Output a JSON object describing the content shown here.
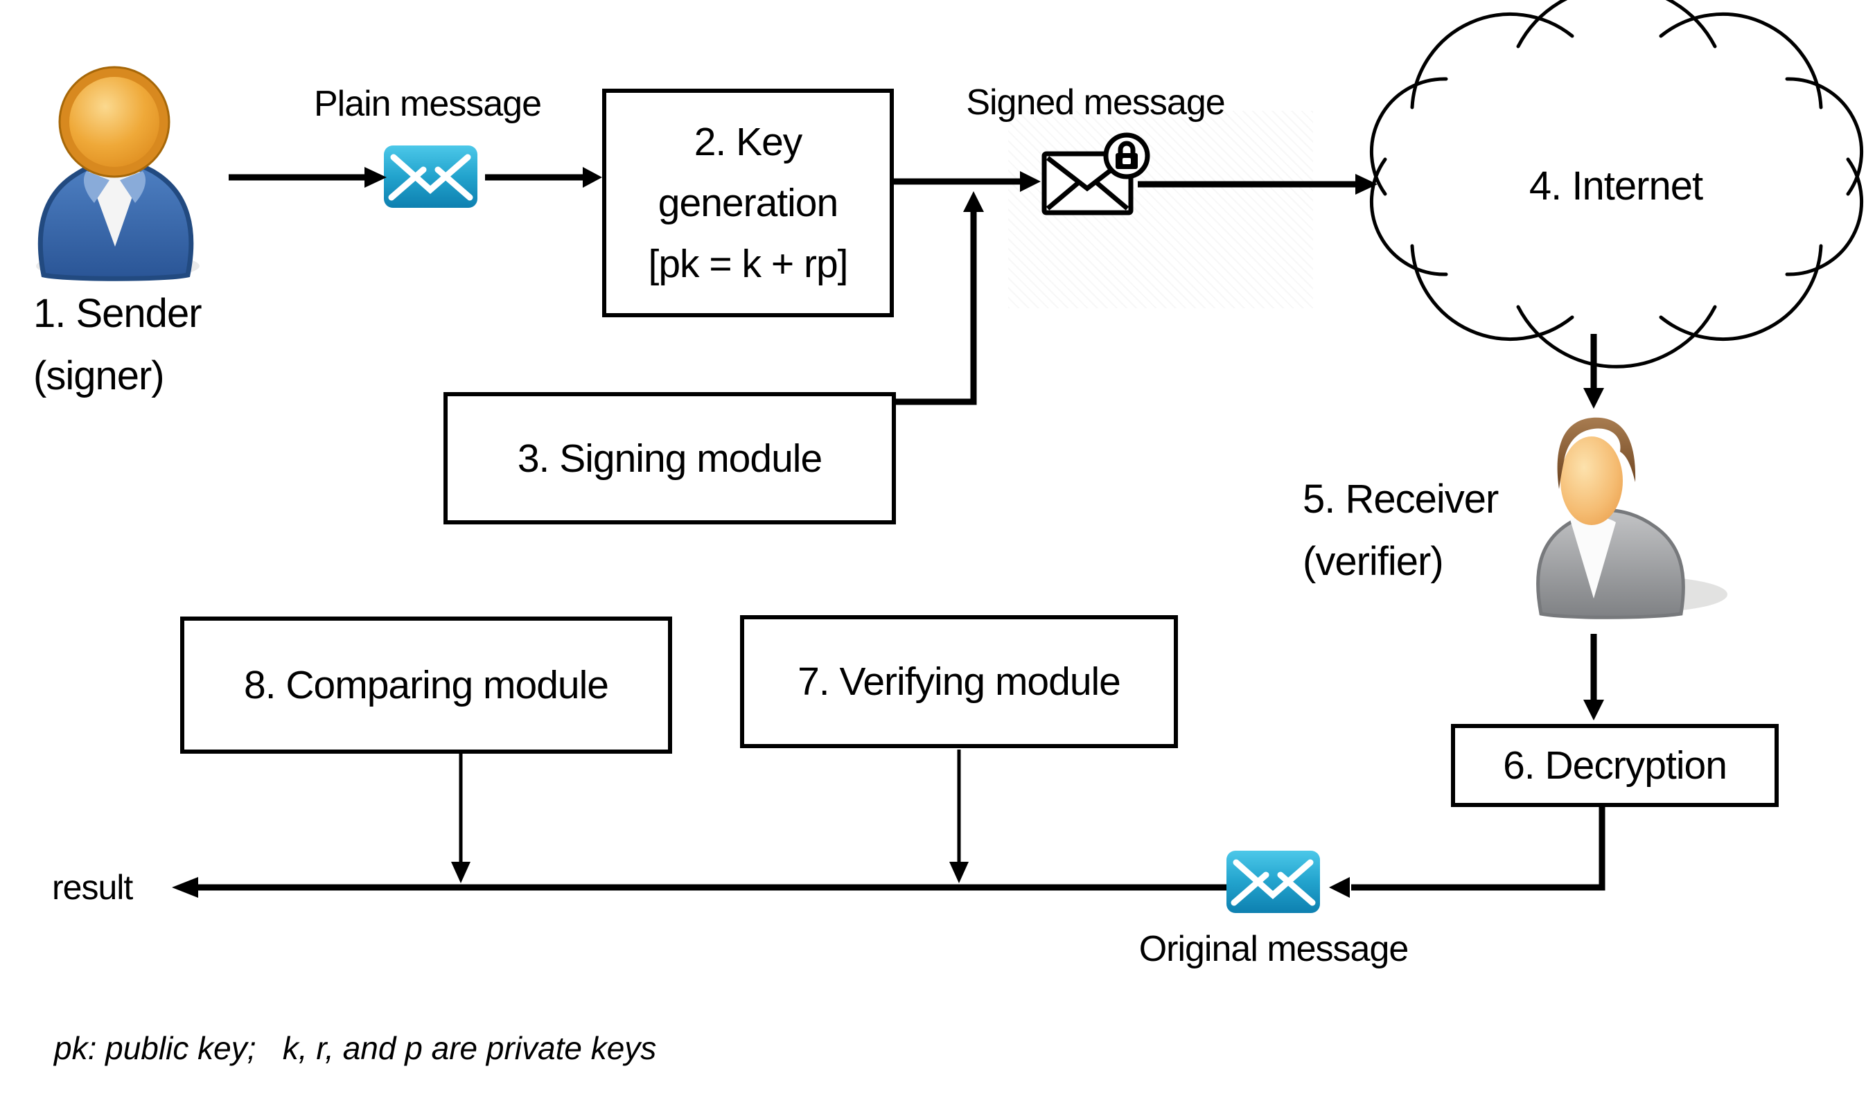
{
  "nodes": {
    "sender": {
      "line1": "1. Sender",
      "line2": "(signer)"
    },
    "key_generation": {
      "line1": "2. Key",
      "line2": "generation",
      "line3": "[pk = k + rp]"
    },
    "signing_module": {
      "label": "3. Signing module"
    },
    "internet": {
      "label": "4. Internet"
    },
    "receiver": {
      "line1": "5. Receiver",
      "line2": "(verifier)"
    },
    "decryption": {
      "label": "6. Decryption"
    },
    "verifying_module": {
      "label": "7. Verifying module"
    },
    "comparing_module": {
      "label": "8. Comparing module"
    }
  },
  "labels": {
    "plain_message": "Plain message",
    "signed_message": "Signed message",
    "original_message": "Original message",
    "result": "result",
    "footnote": "pk: public key;   k, r, and p are private keys"
  },
  "icons": {
    "sender_person": "person-blue",
    "receiver_person": "person-gray",
    "plain_message_envelope": "teal-envelope",
    "signed_message_envelope": "envelope-with-lock-badge",
    "original_message_envelope": "teal-envelope",
    "internet_cloud": "cloud-outline"
  },
  "colors": {
    "line_black": "#000000",
    "envelope_teal_top": "#46c4e6",
    "envelope_teal_bottom": "#0e80b0",
    "sender_body_blue": "#3465a8",
    "sender_head_orange": "#eda63a",
    "receiver_body_gray": "#97999c",
    "receiver_face_tan": "#f0b262",
    "receiver_hair_brown": "#8a6138"
  }
}
